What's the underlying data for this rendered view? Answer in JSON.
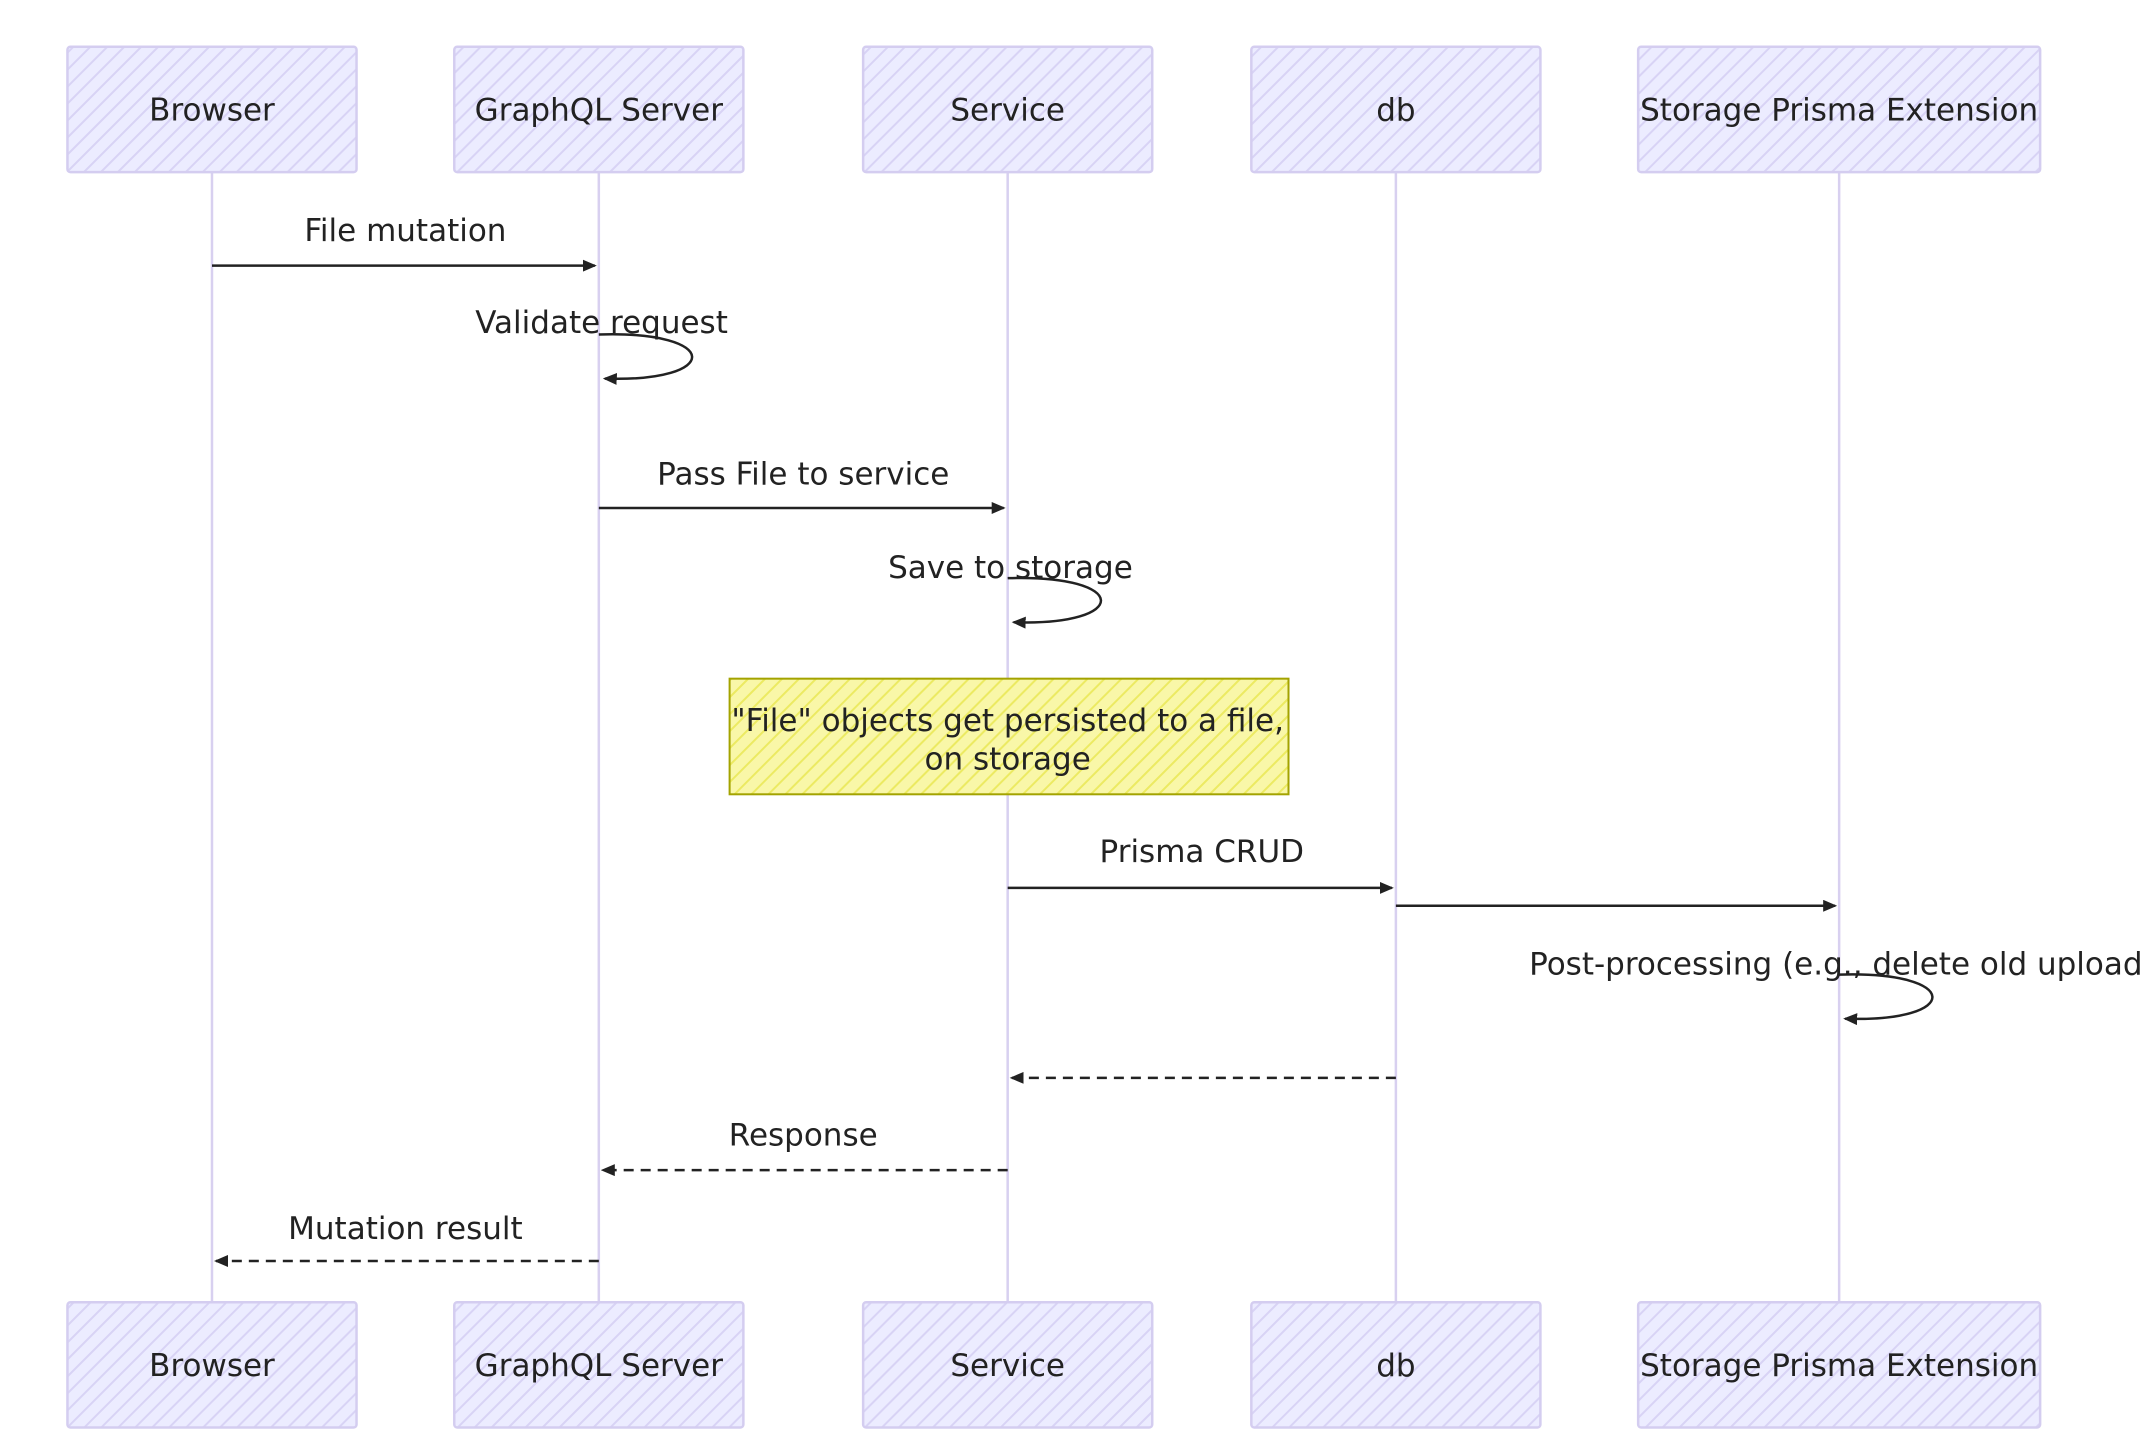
{
  "diagram": {
    "type": "sequence",
    "colors": {
      "actor_fill": "#ececff",
      "actor_stroke": "#d4cdf0",
      "lifeline": "#d8d0f0",
      "arrow": "#222222",
      "note_fill": "#f7f58a",
      "note_stroke": "#a3a300"
    },
    "participants": [
      {
        "id": "browser",
        "label": "Browser"
      },
      {
        "id": "graphql",
        "label": "GraphQL Server"
      },
      {
        "id": "service",
        "label": "Service"
      },
      {
        "id": "db",
        "label": "db"
      },
      {
        "id": "ext",
        "label": "Storage Prisma Extension"
      }
    ],
    "messages": [
      {
        "from": "browser",
        "to": "graphql",
        "label": "File mutation",
        "style": "solid"
      },
      {
        "from": "graphql",
        "to": "graphql",
        "label": "Validate request",
        "style": "solid"
      },
      {
        "from": "graphql",
        "to": "service",
        "label": "Pass File to service",
        "style": "solid"
      },
      {
        "from": "service",
        "to": "service",
        "label": "Save to storage",
        "style": "solid"
      },
      {
        "from": "service",
        "to": "db",
        "label": "Prisma CRUD",
        "style": "solid"
      },
      {
        "from": "db",
        "to": "ext",
        "label": "",
        "style": "solid"
      },
      {
        "from": "ext",
        "to": "ext",
        "label": "Post-processing (e.g., delete old upload)",
        "style": "solid"
      },
      {
        "from": "db",
        "to": "service",
        "label": "",
        "style": "dashed"
      },
      {
        "from": "service",
        "to": "graphql",
        "label": "Response",
        "style": "dashed"
      },
      {
        "from": "graphql",
        "to": "browser",
        "label": "Mutation result",
        "style": "dashed"
      }
    ],
    "note": {
      "over": "service",
      "lines": [
        "\"File\" objects get persisted to a file,",
        "on storage"
      ]
    }
  }
}
